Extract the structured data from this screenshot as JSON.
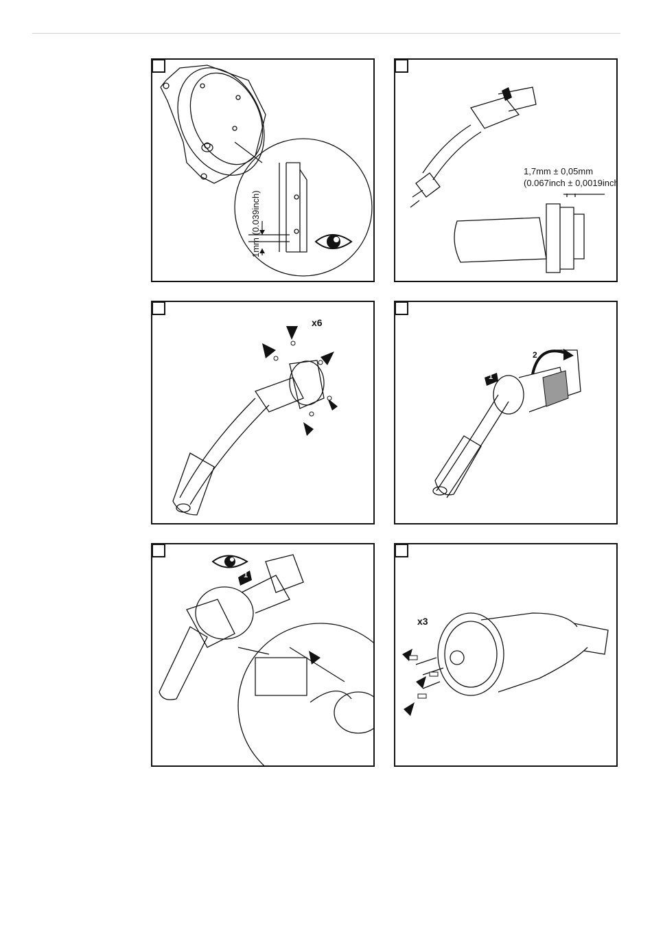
{
  "panels": [
    {
      "id": "p1",
      "labels": {
        "measure": "1mm (0.039inch)"
      }
    },
    {
      "id": "p2",
      "labels": {
        "line1": "1,7mm ± 0,05mm",
        "line2": "(0.067inch ± 0,0019inch"
      }
    },
    {
      "id": "p3",
      "labels": {
        "count": "x6"
      }
    },
    {
      "id": "p4",
      "labels": {
        "step1": "1",
        "step2": "2"
      }
    },
    {
      "id": "p5",
      "labels": {
        "step1": "1"
      }
    },
    {
      "id": "p6",
      "labels": {
        "count": "x3"
      }
    }
  ],
  "icons": [
    "eye-icon",
    "arrow-icon",
    "rotate-arrow-icon",
    "screw-icon"
  ],
  "colors": {
    "line": "#111111",
    "rule": "#cfcfcf",
    "shade": "#9a9a9a"
  }
}
